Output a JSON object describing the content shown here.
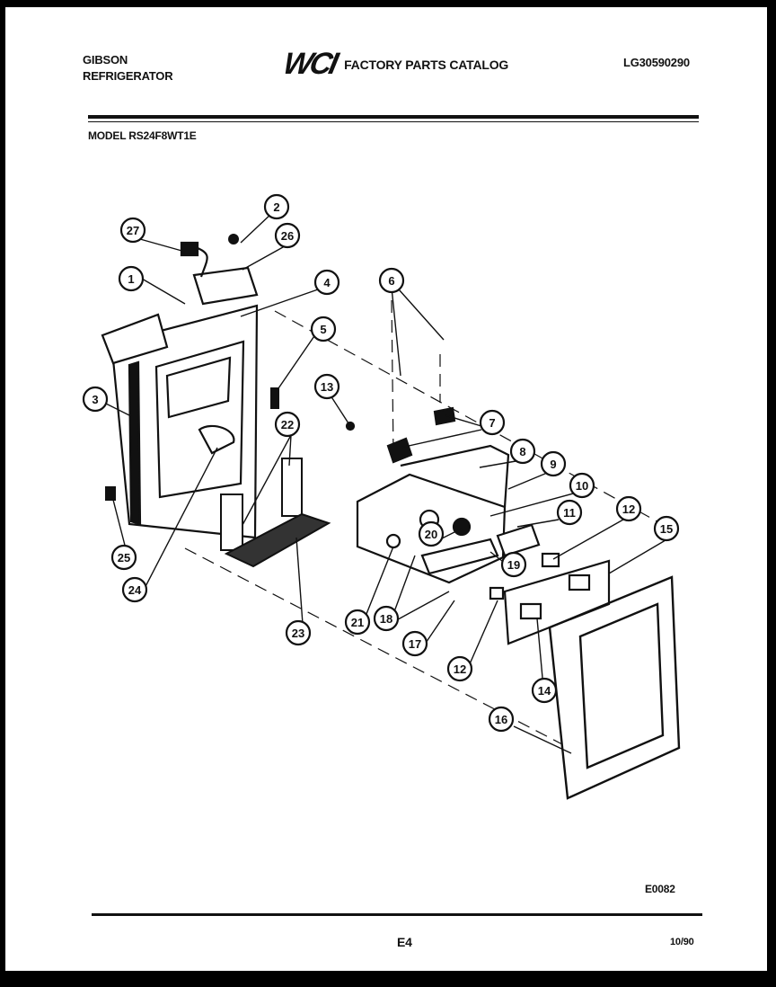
{
  "header": {
    "brand_line1": "GIBSON",
    "brand_line2": "REFRIGERATOR",
    "logo_text": "WCI",
    "catalog_title": "FACTORY PARTS CATALOG",
    "catalog_code": "LG30590290",
    "model": "MODEL RS24F8WT1E"
  },
  "callouts": [
    "1",
    "2",
    "3",
    "4",
    "5",
    "6",
    "7",
    "8",
    "9",
    "10",
    "11",
    "12",
    "12",
    "13",
    "14",
    "15",
    "16",
    "17",
    "18",
    "19",
    "20",
    "21",
    "22",
    "23",
    "24",
    "25",
    "26",
    "27"
  ],
  "footer": {
    "figure_code": "E0082",
    "page_number": "E4",
    "date": "10/90"
  }
}
